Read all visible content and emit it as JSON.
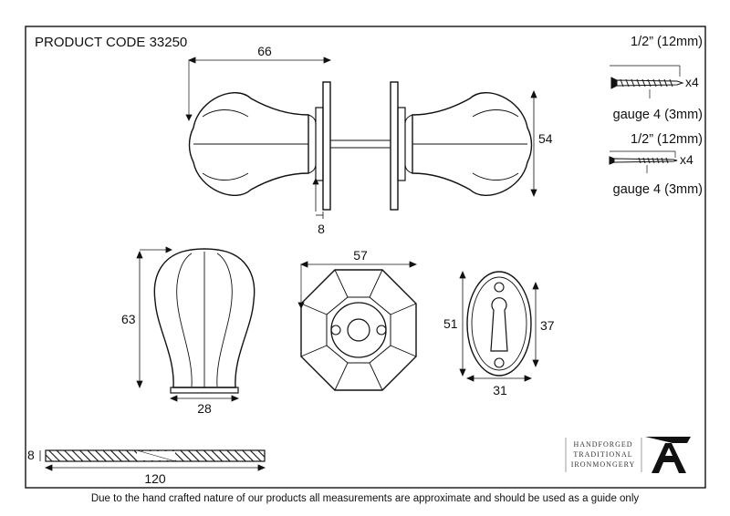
{
  "product_code": "PRODUCT CODE 33250",
  "screws": {
    "top": {
      "length": "1/2” (12mm)",
      "qty": "x4",
      "gauge": "gauge 4 (3mm)"
    },
    "bottom": {
      "length": "1/2” (12mm)",
      "qty": "x4",
      "gauge": "gauge 4 (3mm)"
    }
  },
  "dimensions": {
    "knob_length": "66",
    "knob_height": "54",
    "rose_thickness": "8",
    "front_height": "63",
    "front_base": "28",
    "rose_width": "57",
    "escutcheon_height_outer": "51",
    "escutcheon_height_inner": "37",
    "escutcheon_width": "31",
    "spindle_thickness": "8",
    "spindle_length": "120"
  },
  "brand": {
    "line1": "HANDFORGED",
    "line2": "TRADITIONAL",
    "line3": "IRONMONGERY",
    "logo": "anvil-a-logo"
  },
  "footer_note": "Due to the hand crafted nature of our products all measurements are approximate and should be used as a guide only"
}
